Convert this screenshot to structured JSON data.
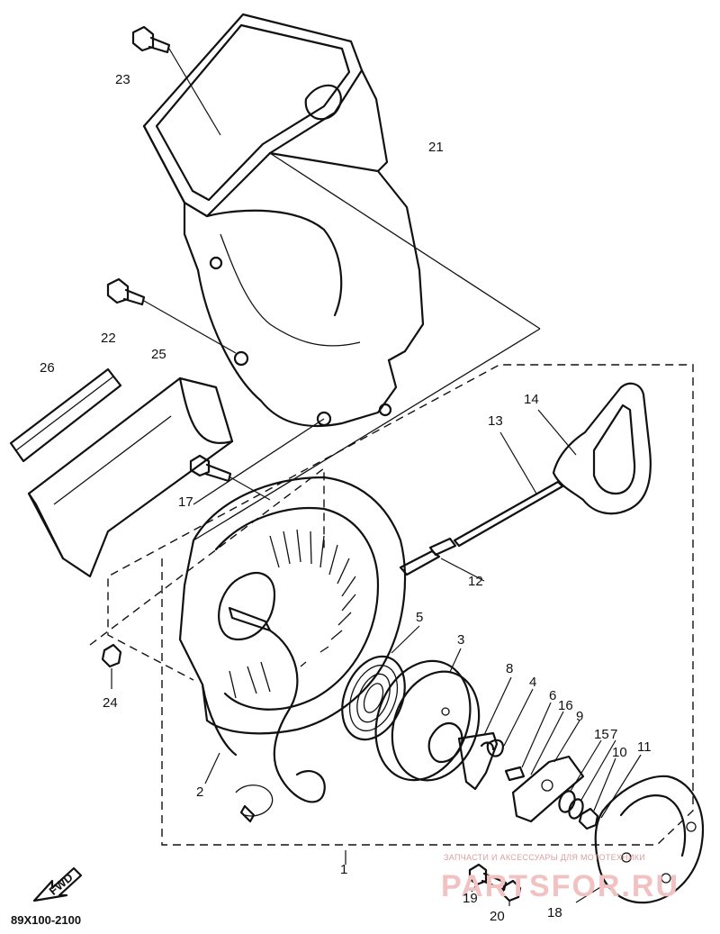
{
  "diagram": {
    "drawing_code": "89X100-2100",
    "direction_tag": "FWD",
    "watermark": {
      "line1": "ЗАПЧАСТИ И АКСЕССУАРЫ ДЛЯ МОТОТЕХНИКИ",
      "line2": "PARTSFOR.RU"
    },
    "callouts": [
      "1",
      "2",
      "3",
      "4",
      "5",
      "6",
      "7",
      "8",
      "9",
      "10",
      "11",
      "12",
      "13",
      "14",
      "15",
      "16",
      "17",
      "18",
      "19",
      "20",
      "21",
      "22",
      "23",
      "24",
      "25",
      "26"
    ]
  }
}
